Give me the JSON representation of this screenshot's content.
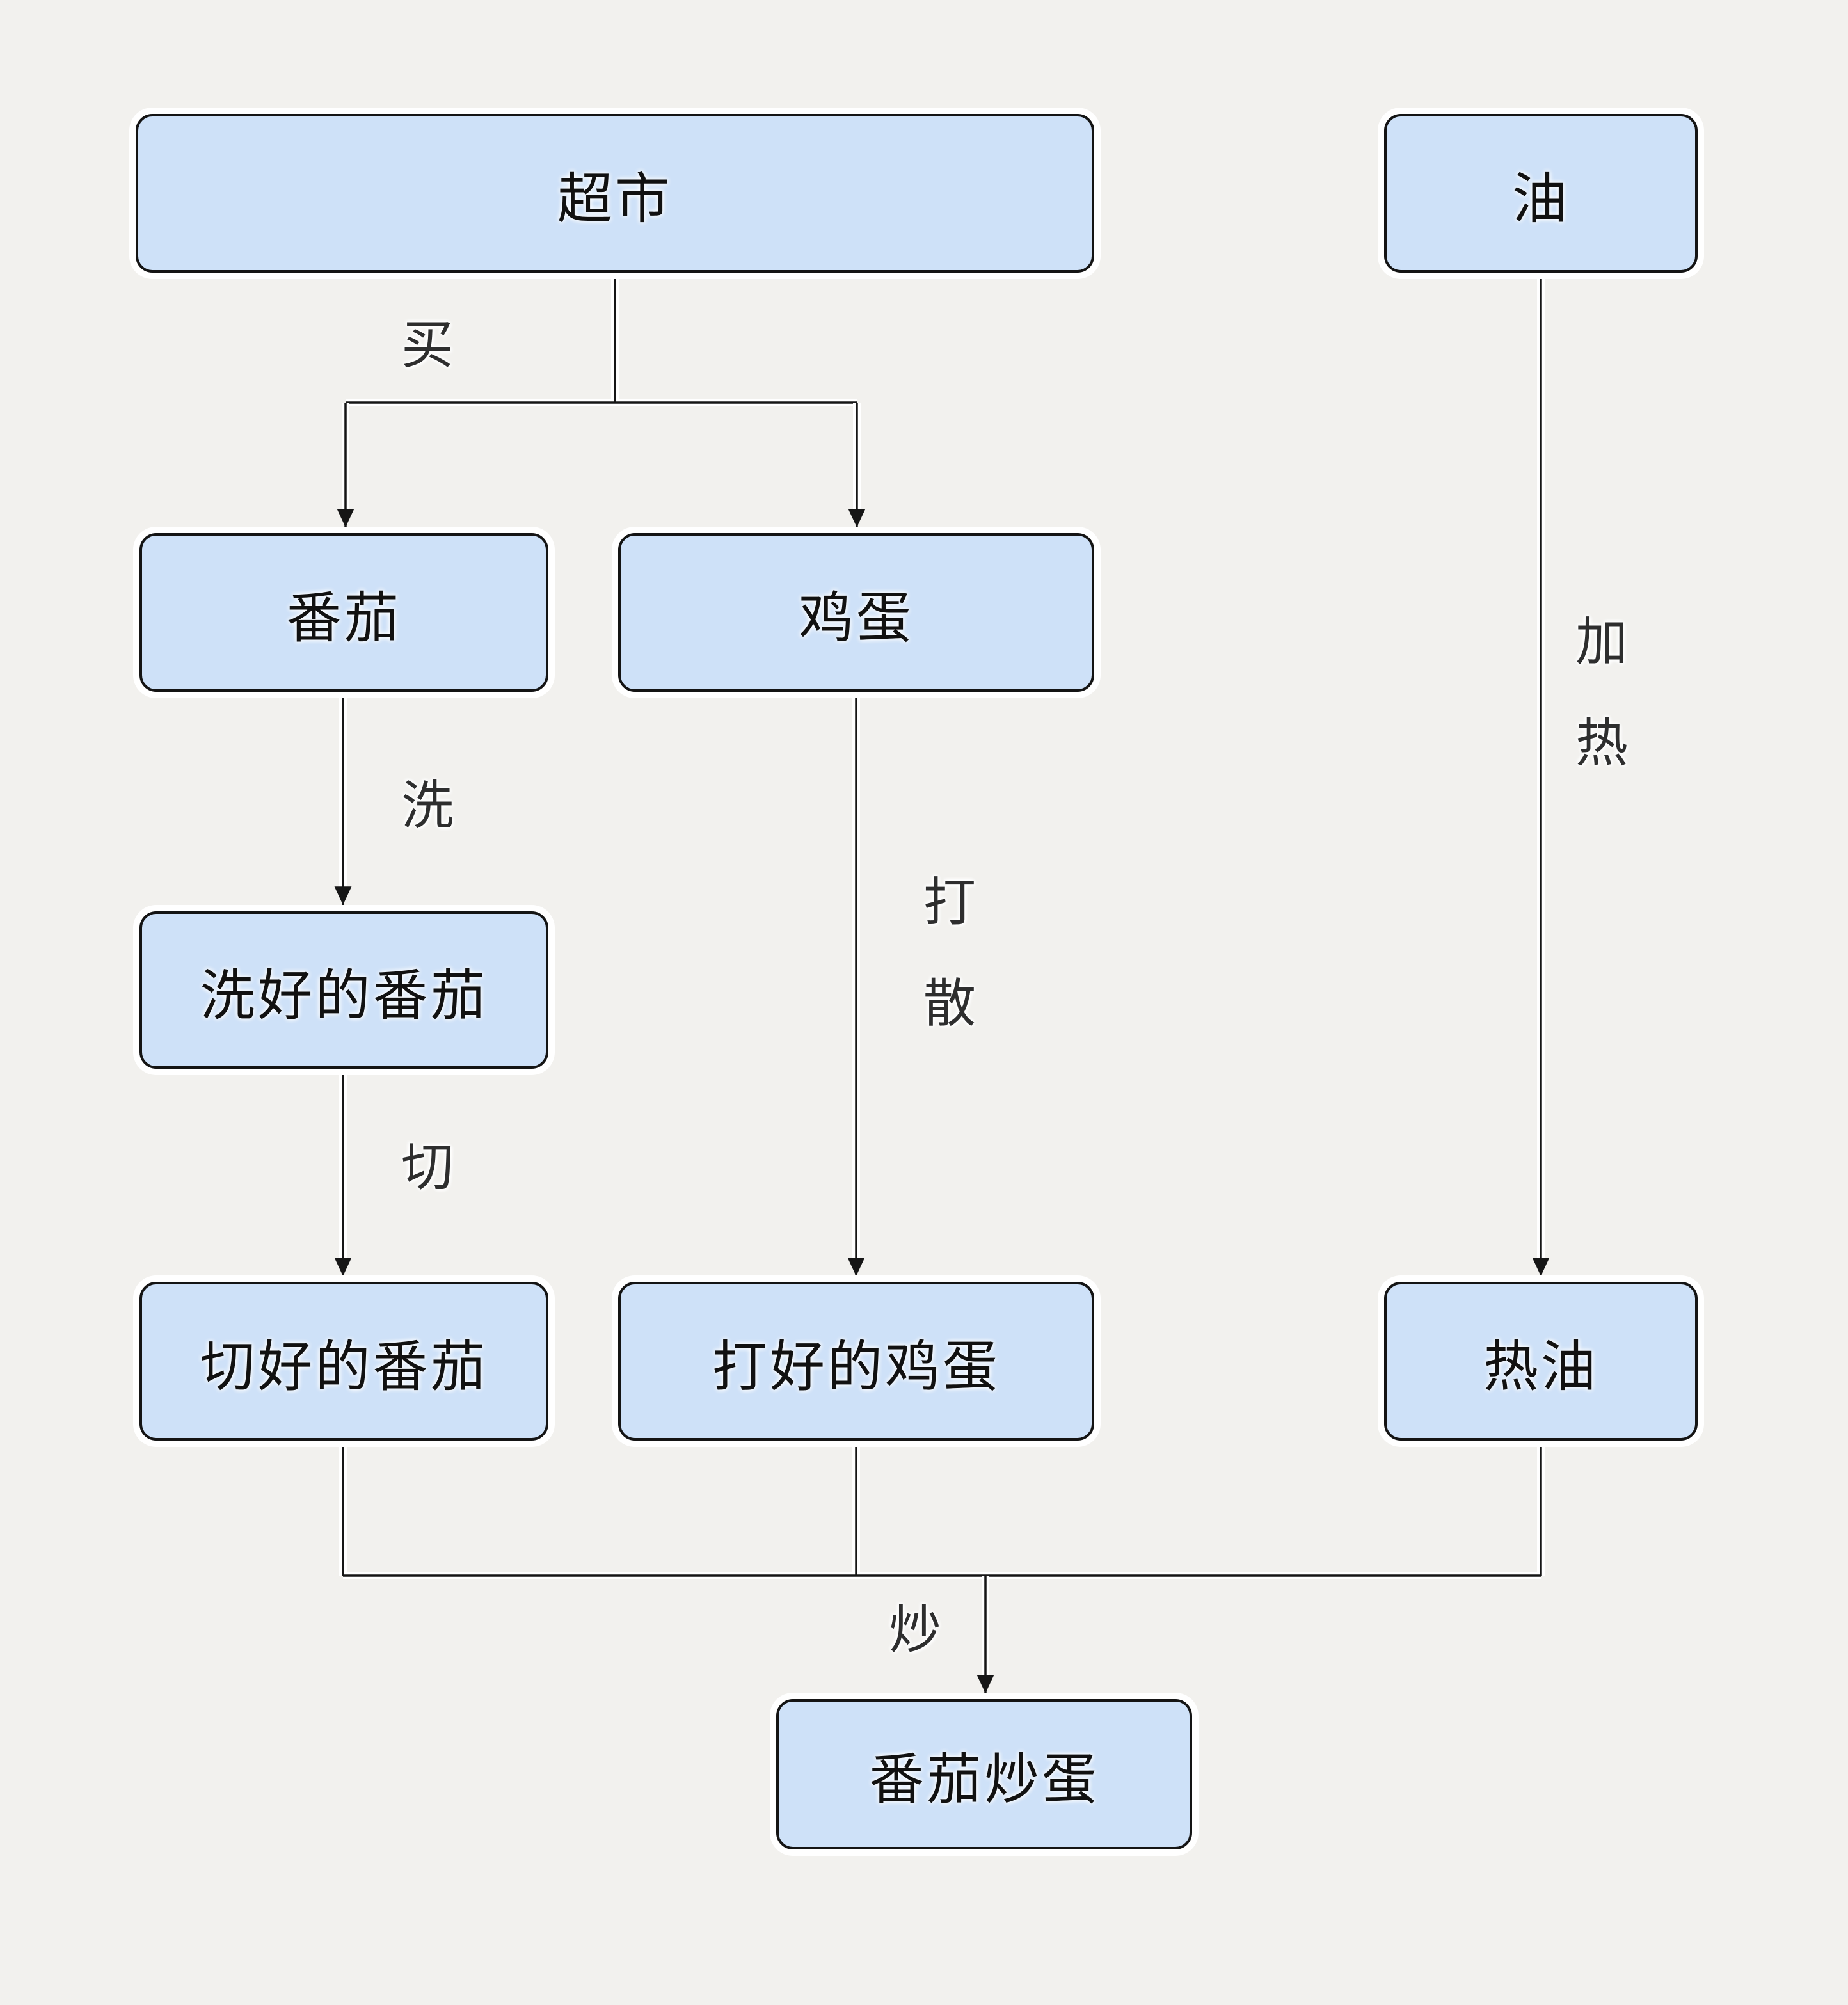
{
  "diagram": {
    "background_color": "#f2f1ee",
    "node_fill_color": "#cee1f8",
    "node_border_color": "#141414",
    "edge_color": "#161616",
    "nodes": {
      "supermarket": {
        "label": "超市"
      },
      "oil": {
        "label": "油"
      },
      "tomato": {
        "label": "番茄"
      },
      "egg": {
        "label": "鸡蛋"
      },
      "washed_tomato": {
        "label": "洗好的番茄"
      },
      "cut_tomato": {
        "label": "切好的番茄"
      },
      "beaten_egg": {
        "label": "打好的鸡蛋"
      },
      "hot_oil": {
        "label": "热油"
      },
      "dish": {
        "label": "番茄炒蛋"
      }
    },
    "edge_labels": {
      "buy": "买",
      "wash": "洗",
      "cut": "切",
      "beat": "打散",
      "heat": "加热",
      "fry": "炒"
    }
  }
}
